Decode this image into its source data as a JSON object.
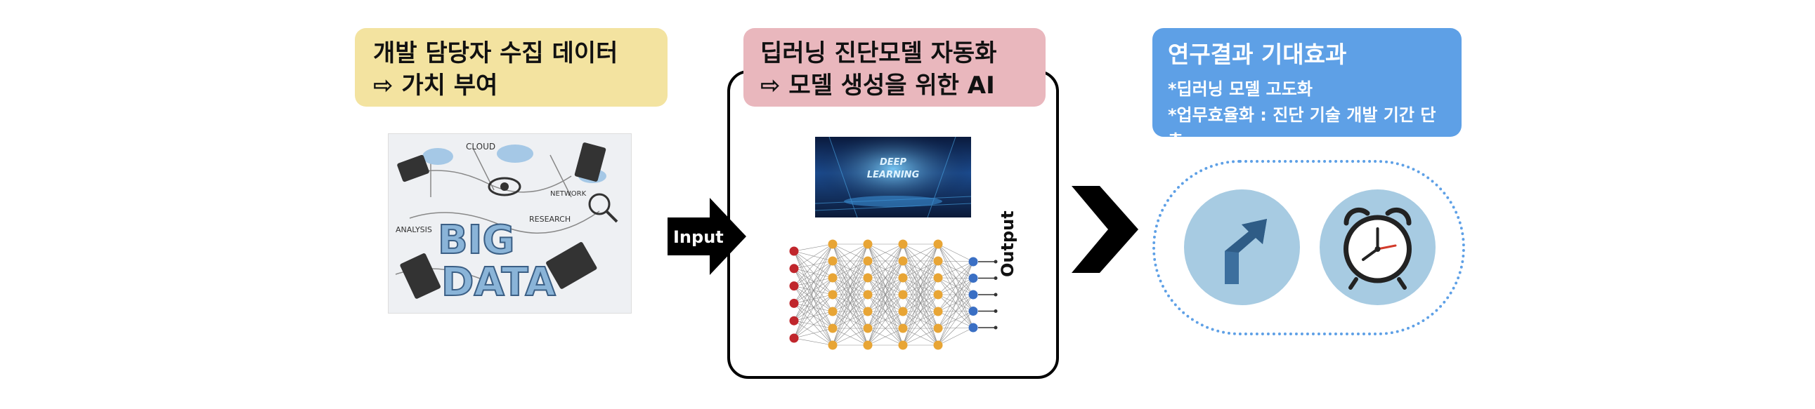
{
  "box_data": {
    "line1": "개발 담당자 수집 데이터",
    "line2": "⇨ 가치 부여"
  },
  "box_model": {
    "line1": "딥러닝 진단모델 자동화",
    "line2": "⇨ 모델 생성을 위한 AI"
  },
  "box_result": {
    "title": "연구결과 기대효과",
    "item1": "*딥러닝 모델 고도화",
    "item2": "*업무효율화 : 진단 기술 개발 기간 단축"
  },
  "bigdata_image": {
    "word1": "BIG",
    "word2": "DATA",
    "tag1": "CLOUD",
    "tag2": "NETWORK",
    "tag3": "ANALYSIS",
    "tag4": "RESEARCH"
  },
  "deep_image": {
    "line1": "DEEP",
    "line2": "LEARNING"
  },
  "input_label": "Input",
  "output_label": "Output",
  "colors": {
    "yellow_box": "#f3e3a0",
    "pink_box": "#e9b7bd",
    "blue_box": "#5ea0e6",
    "circle": "#a7cbe2",
    "node_red": "#c0262c",
    "node_orange": "#e8a535",
    "node_blue": "#3a6fc4"
  },
  "icons": [
    "growth-arrow-icon",
    "alarm-clock-icon"
  ]
}
